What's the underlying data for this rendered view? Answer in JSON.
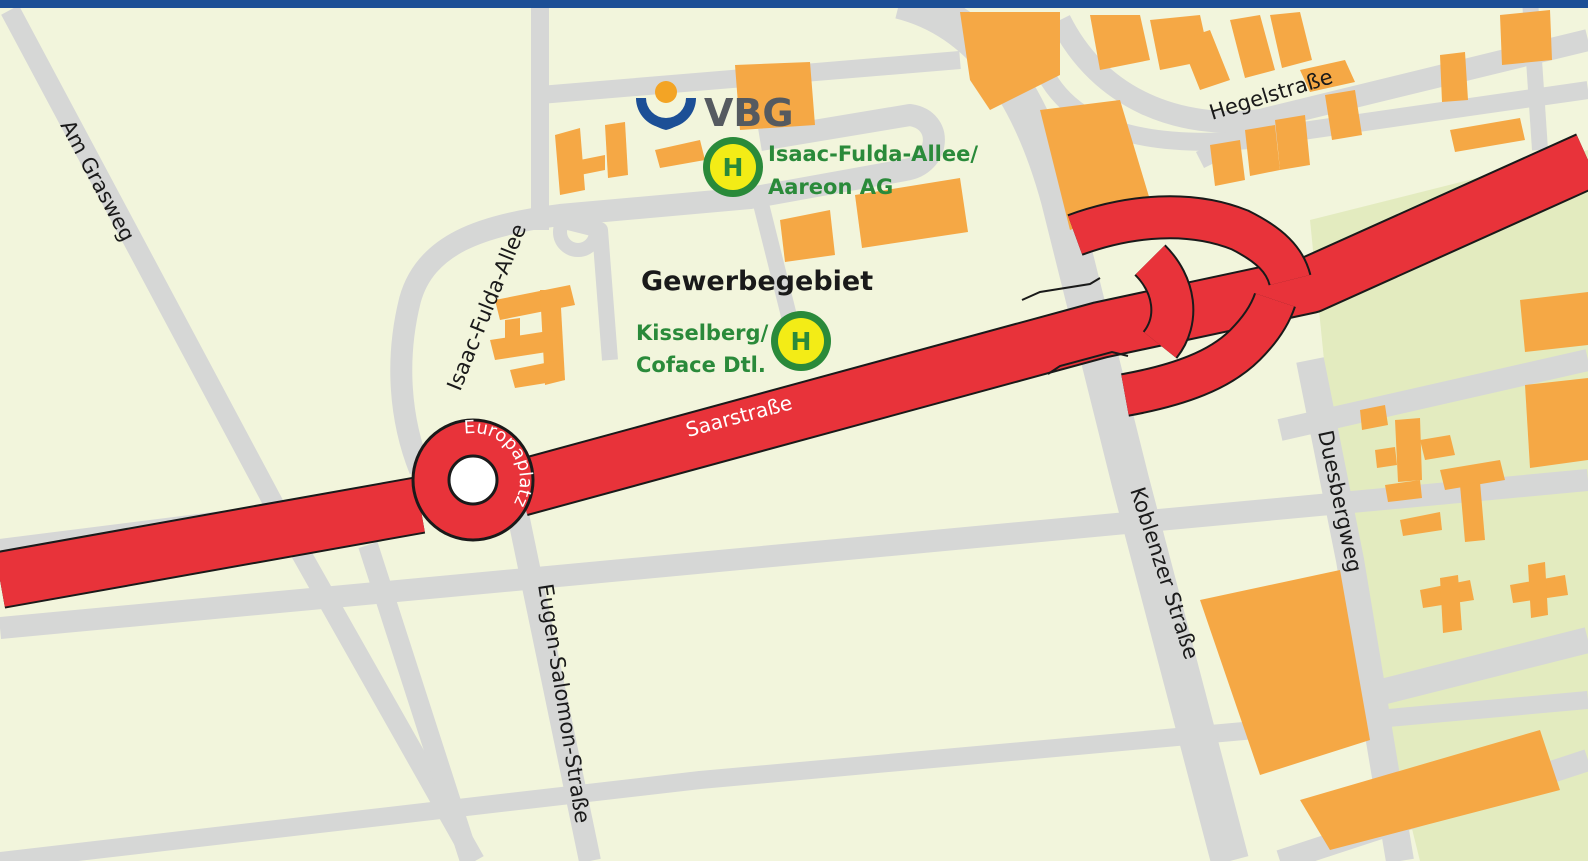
{
  "colors": {
    "background": "#f2f5dc",
    "park": "#e3ebbf",
    "road": "#d6d7d6",
    "main_road": "#e8333a",
    "building": "#f5a845",
    "top_bar": "#1c4f96",
    "stop_green": "#2a8a3a",
    "stop_yellow": "#f3ec16"
  },
  "logo": {
    "name": "vbg-logo-icon",
    "text": "VBG"
  },
  "area_label": "Gewerbegebiet",
  "streets": {
    "am_grasweg": "Am Grasweg",
    "isaac_fulda_allee": "Isaac-Fulda-Allee",
    "hegelstrasse": "Hegelstraße",
    "saarstrasse": "Saarstraße",
    "koblenzer_strasse": "Koblenzer Straße",
    "duesbergweg": "Duesbergweg",
    "eugen_salomon_strasse": "Eugen-Salomon-Straße",
    "europaplatz": "Europaplatz"
  },
  "bus_stops": [
    {
      "symbol": "H",
      "line1": "Isaac-Fulda-Allee/",
      "line2": "Aareon AG"
    },
    {
      "symbol": "H",
      "line1": "Kisselberg/",
      "line2": "Coface Dtl."
    }
  ]
}
